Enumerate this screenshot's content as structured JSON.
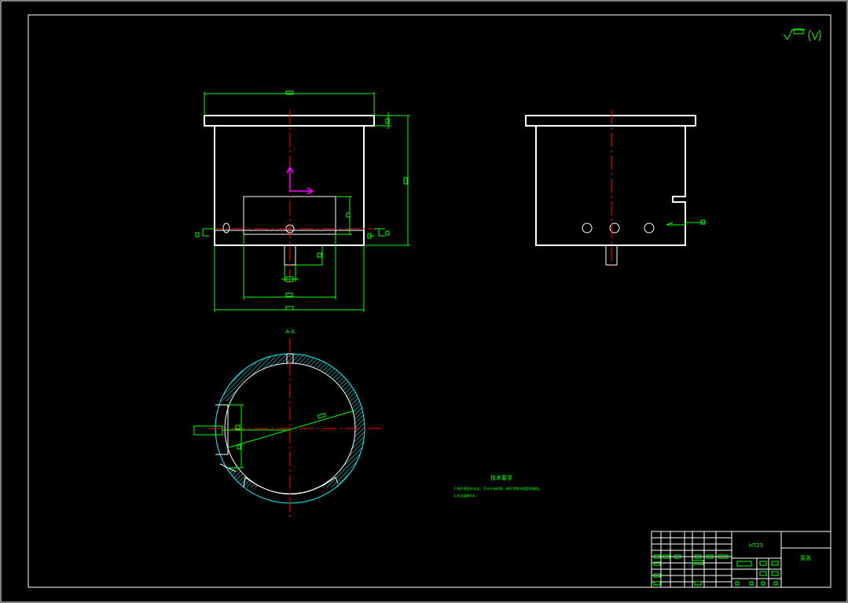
{
  "drawing": {
    "colors": {
      "background": "#000000",
      "outline": "#ffffff",
      "dimension": "#00ff00",
      "centerline": "#ff0000",
      "hatch": "#00ffff",
      "ucs": "#ff00ff"
    },
    "section_label": "A-A",
    "tech_title": "技术要求",
    "tech_notes": [
      "1.铸件表面应光洁，不允许有砂眼、缩孔等影响强度的缺陷。",
      "2.未注圆角R3。"
    ],
    "title_block": {
      "material": "HT25",
      "part_name": "泵盖"
    }
  }
}
